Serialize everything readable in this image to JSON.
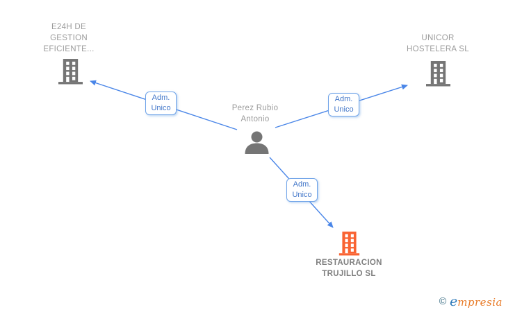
{
  "title": "Corporate relationship diagram",
  "nodes": {
    "company_top_left": {
      "line1": "E24H DE",
      "line2": "GESTION",
      "line3": "EFICIENTE...",
      "icon": "building-icon"
    },
    "company_top_right": {
      "line1": "UNICOR",
      "line2": "HOSTELERA SL",
      "icon": "building-icon"
    },
    "person_center": {
      "line1": "Perez Rubio",
      "line2": "Antonio",
      "icon": "person-icon"
    },
    "company_bottom": {
      "line1": "RESTAURACION",
      "line2": "TRUJILLO SL",
      "icon": "building-icon-highlighted"
    }
  },
  "edges": {
    "person_to_top_left": {
      "line1": "Adm.",
      "line2": "Unico"
    },
    "person_to_top_right": {
      "line1": "Adm.",
      "line2": "Unico"
    },
    "person_to_bottom": {
      "line1": "Adm.",
      "line2": "Unico"
    }
  },
  "watermark": {
    "symbol": "©",
    "brand_initial": "e",
    "brand_rest": "mpresia"
  },
  "colors": {
    "edge-blue": "#4a86e8",
    "box-border": "#6fa3e8",
    "box-text": "#4377c9",
    "label-gray": "#9b9b9b",
    "label-dark-gray": "#7f7f7f",
    "icon-gray": "#757575",
    "icon-orange": "#f96332",
    "logo-teal": "#3f7187",
    "logo-blue": "#2b78b8",
    "logo-orange": "#e87a26",
    "background": "#ffffff"
  }
}
